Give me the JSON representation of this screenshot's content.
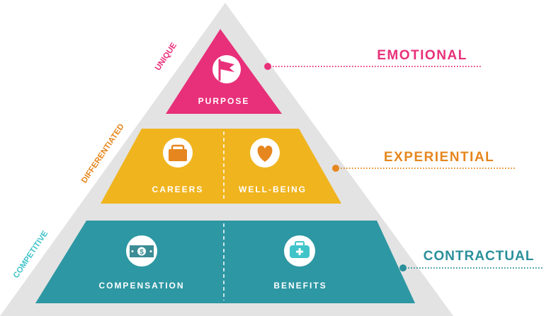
{
  "colors": {
    "frame": "#e3e3e3",
    "emotional": "#e8307a",
    "experiential": "#f0b41e",
    "experiential_text": "#e6861e",
    "contractual": "#2d97a3",
    "contractual_text": "#2a8f9b",
    "side_competitive": "#40c4c9",
    "icon_bg": "#ffffff"
  },
  "side_labels": {
    "unique": "UNIQUE",
    "differentiated": "DIFFERENTIATED",
    "competitive": "COMPETITIVE"
  },
  "tiers": {
    "top": {
      "label": "PURPOSE",
      "icon": "flag-icon"
    },
    "middle": {
      "left": {
        "label": "CAREERS",
        "icon": "briefcase-icon"
      },
      "right": {
        "label": "WELL-BEING",
        "icon": "heart-icon"
      }
    },
    "bottom": {
      "left": {
        "label": "COMPENSATION",
        "icon": "money-icon"
      },
      "right": {
        "label": "BENEFITS",
        "icon": "medical-bag-icon"
      }
    }
  },
  "callouts": {
    "emotional": "EMOTIONAL",
    "experiential": "EXPERIENTIAL",
    "contractual": "CONTRACTUAL"
  }
}
